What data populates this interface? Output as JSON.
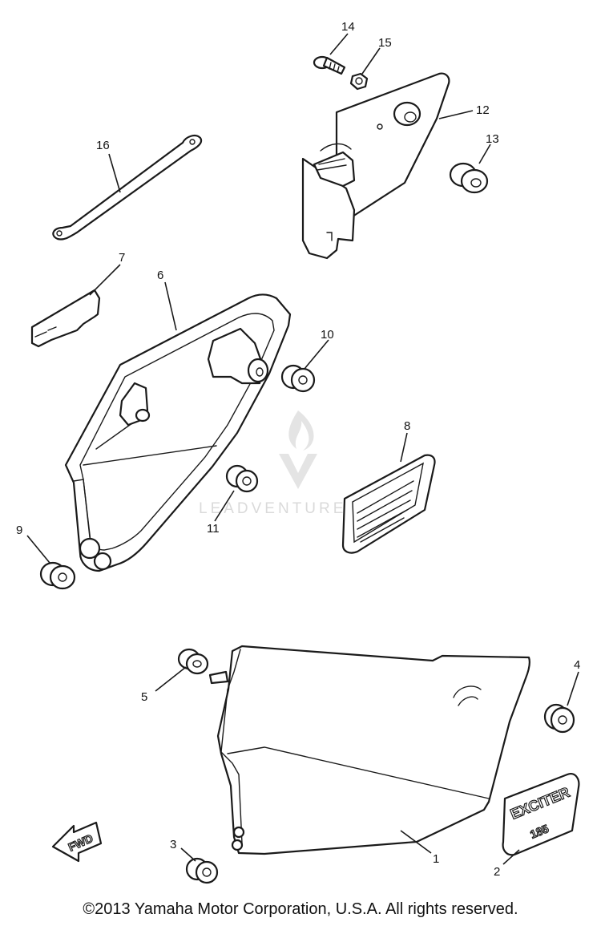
{
  "callouts": [
    {
      "id": "1",
      "label": "1"
    },
    {
      "id": "2",
      "label": "2"
    },
    {
      "id": "3",
      "label": "3"
    },
    {
      "id": "4",
      "label": "4"
    },
    {
      "id": "5",
      "label": "5"
    },
    {
      "id": "6",
      "label": "6"
    },
    {
      "id": "7",
      "label": "7"
    },
    {
      "id": "8",
      "label": "8"
    },
    {
      "id": "9",
      "label": "9"
    },
    {
      "id": "10",
      "label": "10"
    },
    {
      "id": "11",
      "label": "11"
    },
    {
      "id": "12",
      "label": "12"
    },
    {
      "id": "13",
      "label": "13"
    },
    {
      "id": "14",
      "label": "14"
    },
    {
      "id": "15",
      "label": "15"
    },
    {
      "id": "16",
      "label": "16"
    }
  ],
  "emblem": {
    "line1": "EXCITER",
    "line2": "185"
  },
  "fwd_arrow": {
    "text": "FWD"
  },
  "watermark": {
    "text": "LEADVENTURE"
  },
  "footer": {
    "copyright": "©2013 Yamaha Motor Corporation, U.S.A. All rights reserved."
  }
}
